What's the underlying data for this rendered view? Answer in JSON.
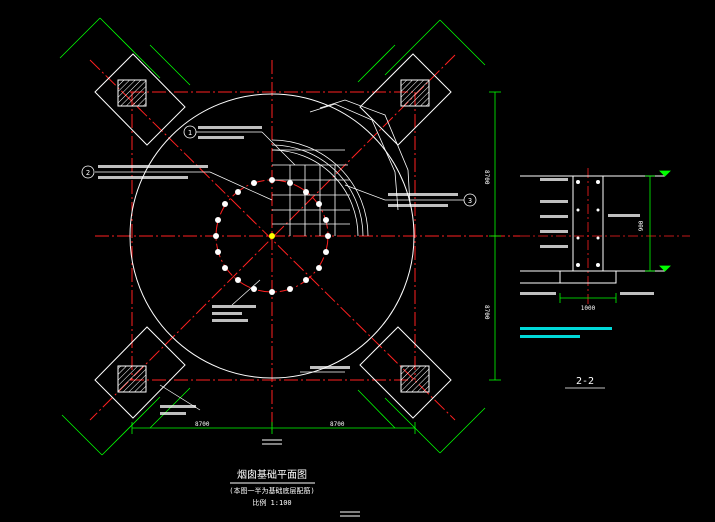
{
  "drawing": {
    "plan_title": "烟囱基础平面图",
    "plan_subtitle": "(本图一半为基础底层配筋)",
    "plan_scale": "比例 1:100",
    "section_label": "2-2",
    "callout_1": "1",
    "callout_2": "2",
    "callout_3": "3"
  },
  "dimensions": {
    "bottom_left": "8700",
    "bottom_right": "8700",
    "right_upper": "8700",
    "right_lower": "8700",
    "section_width": "1000",
    "section_height": "900"
  },
  "colors": {
    "background": "#000000",
    "outline": "#ffffff",
    "centerline": "#ff2020",
    "dimension": "#00ff00",
    "annotation": "#ffffff",
    "section_note": "#00ffff",
    "axis_marker": "#ffff00"
  }
}
